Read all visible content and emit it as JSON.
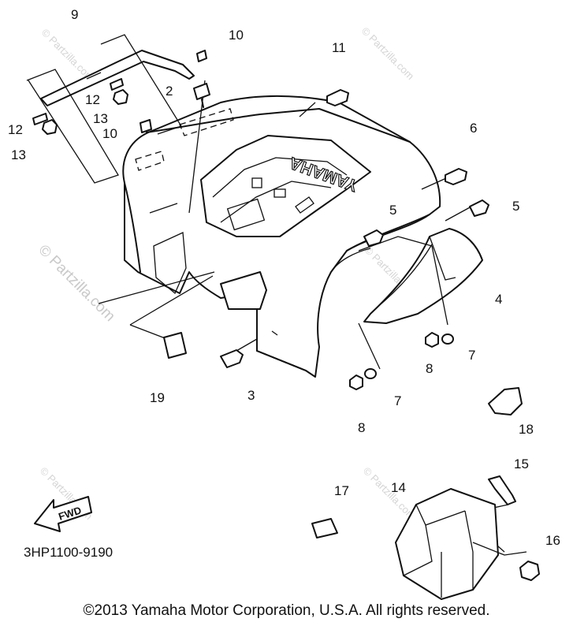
{
  "diagram": {
    "brand_text": "YAMAHA",
    "fwd_label": "FWD",
    "part_code": "3HP1100-9190",
    "watermark": "© Partzilla.com",
    "callouts": {
      "c2": "2",
      "c3": "3",
      "c4": "4",
      "c5a": "5",
      "c5b": "5",
      "c6": "6",
      "c7a": "7",
      "c7b": "7",
      "c8a": "8",
      "c8b": "8",
      "c9": "9",
      "c10a": "10",
      "c10b": "10",
      "c11": "11",
      "c12a": "12",
      "c12b": "12",
      "c13a": "13",
      "c13b": "13",
      "c14": "14",
      "c15": "15",
      "c16": "16",
      "c17": "17",
      "c18": "18",
      "c19": "19"
    }
  },
  "footer": {
    "copyright": "©2013 Yamaha Motor Corporation, U.S.A. All rights reserved."
  }
}
